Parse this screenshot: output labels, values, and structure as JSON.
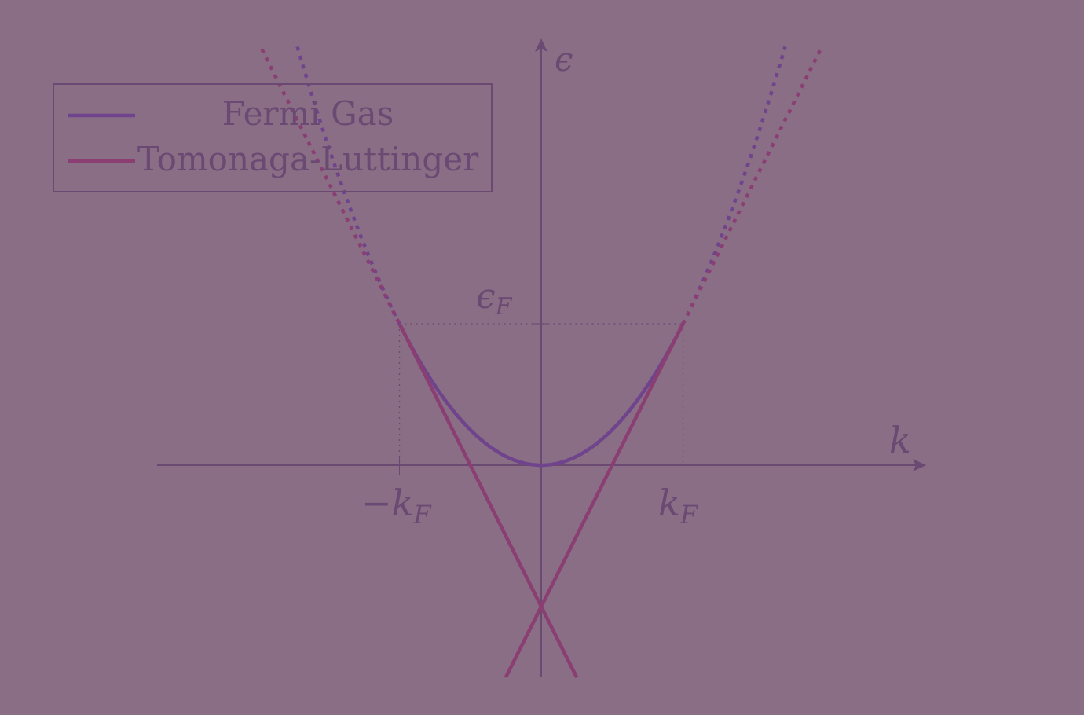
{
  "chart_data": {
    "type": "line",
    "title": "",
    "xlabel": "k",
    "ylabel": "ϵ",
    "xlim": [
      -2.7,
      2.7
    ],
    "ylim": [
      -1.5,
      3.0
    ],
    "colors": {
      "background": "#896e86",
      "axis": "#6a4a72",
      "fermi_gas": "#70448c",
      "tomonaga_luttinger": "#8a3e72"
    },
    "tick_labels": {
      "x": [
        {
          "x": -1,
          "label_main": "−k",
          "label_sub": "F"
        },
        {
          "x": 1,
          "label_main": "k",
          "label_sub": "F"
        }
      ],
      "y": [
        {
          "y": 1,
          "label_main": "ϵ",
          "label_sub": "F"
        }
      ]
    },
    "legend": {
      "placement": "top-left",
      "entries": [
        {
          "series": "Fermi Gas",
          "label": "Fermi Gas"
        },
        {
          "series": "Tomonaga-Luttinger",
          "label": "Tomonaga-Luttinger"
        }
      ]
    },
    "series": [
      {
        "name": "Fermi Gas",
        "function": "y = x^2",
        "solid_range": [
          -1,
          1
        ],
        "dotted_ranges": [
          [
            -1.72,
            -1
          ],
          [
            1,
            1.72
          ]
        ]
      },
      {
        "name": "Tomonaga-Luttinger",
        "segments": [
          {
            "slope": -2,
            "intercept": -1,
            "solid_range": [
              -1,
              0.25
            ],
            "dotted_range": [
              -1.97,
              -1
            ]
          },
          {
            "slope": 2,
            "intercept": -1,
            "solid_range": [
              -0.25,
              1
            ],
            "dotted_range": [
              1,
              1.97
            ]
          }
        ]
      }
    ]
  }
}
